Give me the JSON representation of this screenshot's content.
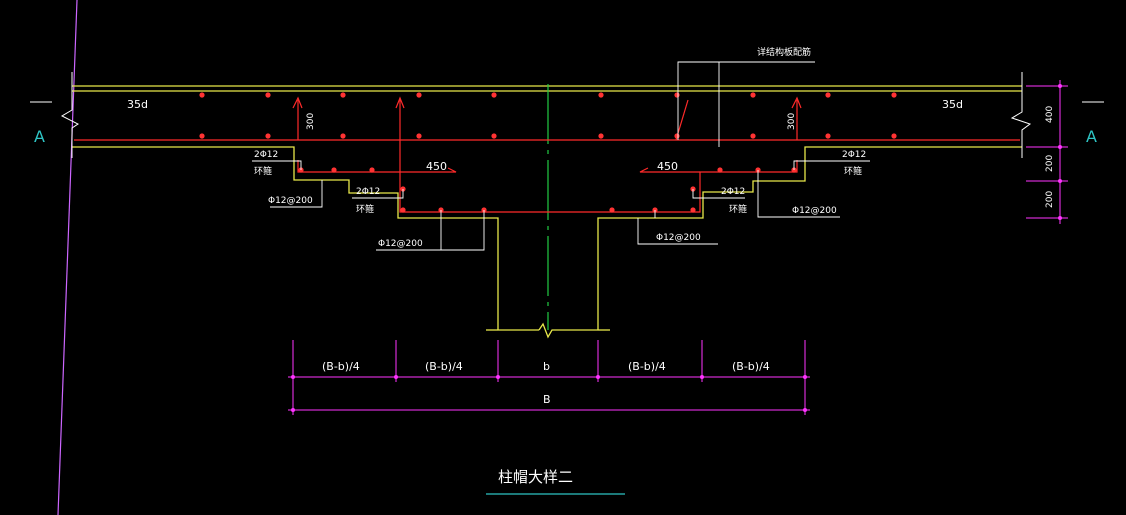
{
  "section_marks": {
    "left": "A",
    "right": "A"
  },
  "labels": {
    "anchor_left": "35d",
    "anchor_right": "35d",
    "bend_left": "300",
    "bend_right": "300",
    "ext_left": "450",
    "ext_right": "450",
    "note_top": "详结构板配筋",
    "bar_2phi12": "2Φ12",
    "hoop": "环箍",
    "bar_phi12_200": "Φ12@200"
  },
  "dims_right": [
    "400",
    "200",
    "200"
  ],
  "dims_bottom": [
    "(B-b)/4",
    "(B-b)/4",
    "b",
    "(B-b)/4",
    "(B-b)/4"
  ],
  "dim_total": "B",
  "title": "柱帽大样二",
  "colors": {
    "background": "#000000",
    "concrete": "#e8e84a",
    "rebar": "#ff2a2a",
    "dot": "#ff3333",
    "centerline": "#22cc44",
    "dimension": "#ff33ff",
    "leader": "#ffffff",
    "section": "#2ec4c4"
  }
}
